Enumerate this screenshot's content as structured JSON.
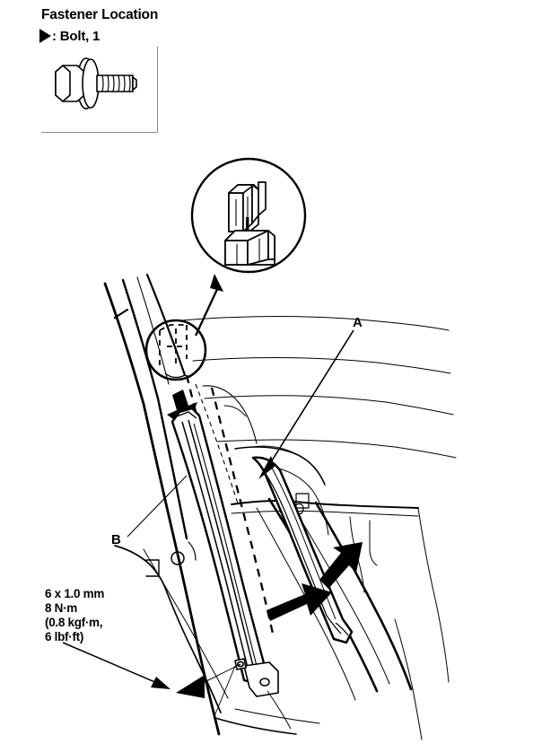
{
  "header": {
    "title": "Fastener Location",
    "legend_marker": "solid-right-triangle",
    "legend_label": ": Bolt, 1"
  },
  "fastener_box": {
    "icon_name": "hex-flange-bolt-illustration"
  },
  "callouts": [
    {
      "id": "A",
      "label": "A",
      "target": "weatherstrip-seal"
    },
    {
      "id": "B",
      "label": "B",
      "target": "pillar-molding"
    }
  ],
  "torque_spec": {
    "line1": "6 x 1.0 mm",
    "line2": "8 N·m",
    "line3": "(0.8 kgf·m,",
    "line4": "6 lbf·ft)"
  },
  "detail_view": {
    "name": "clip-engagement-detail",
    "description": "clip-into-channel"
  },
  "colors": {
    "ink": "#000000",
    "thin_ink": "#1a1a1a",
    "box_border": "#8a8a8a",
    "paper": "#ffffff"
  }
}
